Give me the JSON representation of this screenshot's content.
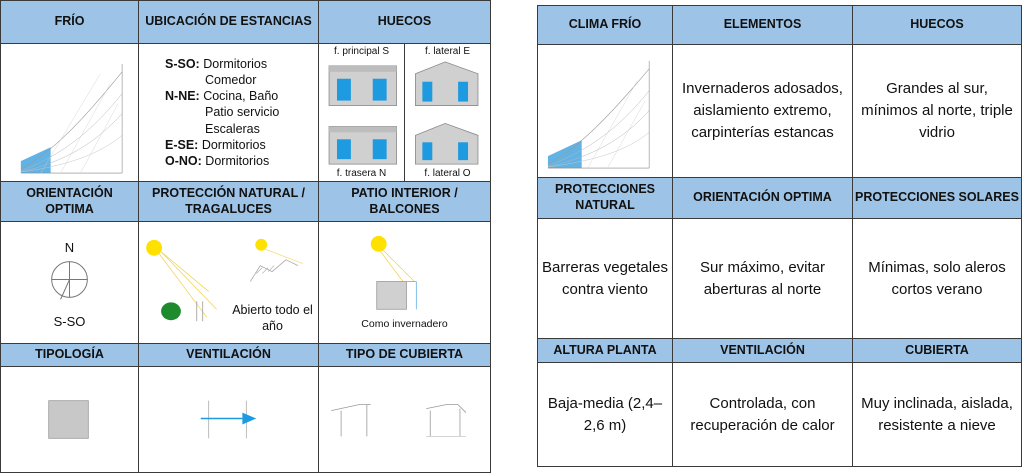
{
  "left_table": {
    "headers_row1": [
      "FRÍO",
      "UBICACIÓN DE ESTANCIAS",
      "HUECOS"
    ],
    "headers_row2": [
      "ORIENTACIÓN OPTIMA",
      "PROTECCIÓN NATURAL / TRAGALUCES",
      "PATIO INTERIOR / BALCONES"
    ],
    "headers_row3": [
      "TIPOLOGÍA",
      "VENTILACIÓN",
      "TIPO DE CUBIERTA"
    ],
    "estancias": [
      {
        "dir": "S-SO:",
        "text": "Dormitorios"
      },
      {
        "dir": "",
        "text": "Comedor"
      },
      {
        "dir": "N-NE:",
        "text": "Cocina, Baño"
      },
      {
        "dir": "",
        "text": "Patio servicio"
      },
      {
        "dir": "",
        "text": "Escaleras"
      },
      {
        "dir": "E-SE:",
        "text": "Dormitorios"
      },
      {
        "dir": "O-NO:",
        "text": "Dormitorios"
      }
    ],
    "huecos_labels": [
      "f. principal S",
      "f. lateral E",
      "f. trasera N",
      "f. lateral O"
    ],
    "orientacion_n": "N",
    "orientacion_s": "S-SO",
    "abierto": "Abierto todo el año",
    "invernadero": "Como invernadero"
  },
  "right_table": {
    "headers_row1": [
      "CLIMA FRÍO",
      "ELEMENTOS",
      "HUECOS"
    ],
    "row1": [
      "",
      "Invernaderos adosados, aislamiento extremo, carpinterías estancas",
      "Grandes al sur, mínimos al norte, triple vidrio"
    ],
    "headers_row2": [
      "PROTECCIONES NATURAL",
      "ORIENTACIÓN OPTIMA",
      "PROTECCIONES SOLARES"
    ],
    "row2": [
      "Barreras vegetales contra viento",
      "Sur máximo, evitar aberturas al norte",
      "Mínimas, solo aleros cortos verano"
    ],
    "headers_row3": [
      "ALTURA PLANTA",
      "VENTILACIÓN",
      "CUBIERTA"
    ],
    "row3": [
      "Baja-media (2,4–2,6 m)",
      "Controlada, con recuperación de calor",
      "Muy inclinada, aislada, resistente a nieve"
    ]
  },
  "colors": {
    "header": "#9dc3e6",
    "window_blue": "#1e9be0",
    "sun": "#ffe100",
    "tree": "#1e8a2e",
    "wall": "#d0d0d0"
  }
}
